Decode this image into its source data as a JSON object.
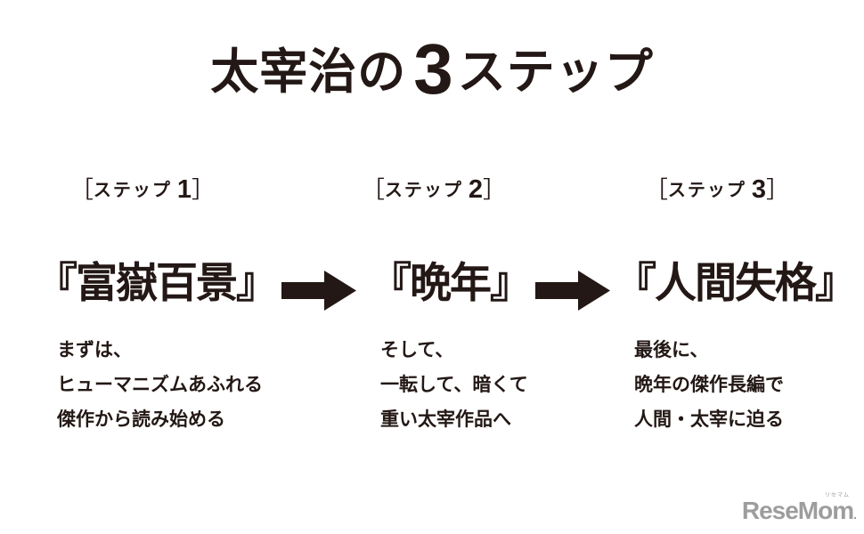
{
  "colors": {
    "ink": "#231815",
    "logo_gray": "#9d9d9e",
    "background": "#ffffff"
  },
  "header": {
    "title_prefix": "太宰治の",
    "title_number": "3",
    "title_suffix": "ステップ"
  },
  "steps": [
    {
      "label_open": "［",
      "label_word": "ステップ",
      "label_number": "1",
      "label_close": "］",
      "book_title": "『富嶽百景』",
      "desc_lines": [
        "まずは、",
        "ヒューマニズムあふれる",
        "傑作から読み始める"
      ]
    },
    {
      "label_open": "［",
      "label_word": "ステップ",
      "label_number": "2",
      "label_close": "］",
      "book_title": "『晩年』",
      "desc_lines": [
        "そして、",
        "一転して、暗くて",
        "重い太宰作品へ"
      ]
    },
    {
      "label_open": "［",
      "label_word": "ステップ",
      "label_number": "3",
      "label_close": "］",
      "book_title": "『人間失格』",
      "desc_lines": [
        "最後に、",
        "晩年の傑作長編で",
        "人間・太宰に迫る"
      ]
    }
  ],
  "logo": {
    "text": "ReseMom",
    "ruby": "リセマム",
    "dot": "."
  }
}
